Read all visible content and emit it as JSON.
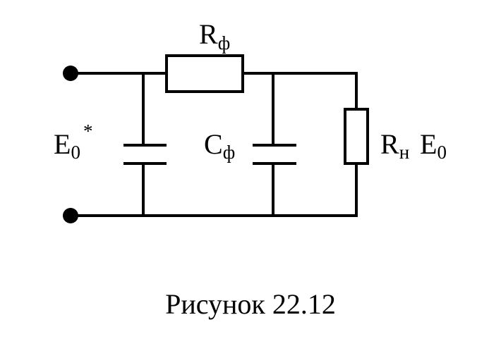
{
  "diagram": {
    "labels": {
      "r_filter": {
        "main": "R",
        "sub": "ф"
      },
      "c_filter": {
        "main": "C",
        "sub": "ф"
      },
      "e_in": {
        "main": "E",
        "sub": "0",
        "sup": "*"
      },
      "r_load": {
        "main": "R",
        "sub": "н"
      },
      "e_out": {
        "main": "E",
        "sub": "0"
      }
    },
    "caption": "Рисунок 22.12",
    "colors": {
      "stroke": "#000000",
      "background": "#ffffff"
    }
  }
}
